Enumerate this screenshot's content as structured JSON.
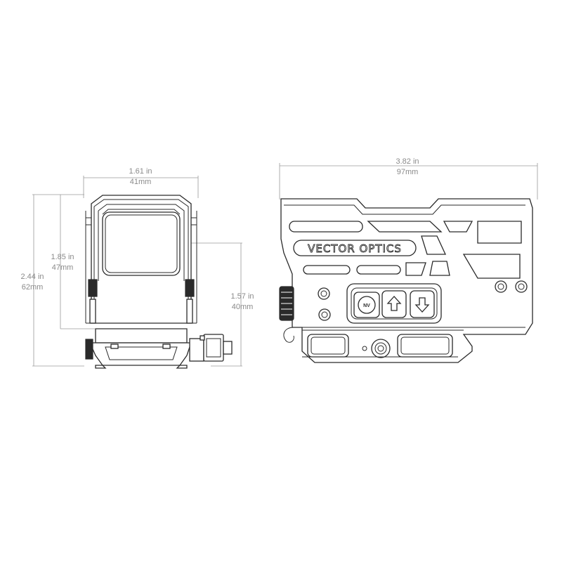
{
  "brand": "VECTOR OPTICS",
  "button_label_nv": "NV",
  "dimensions": {
    "front_width_in": "1.61 in",
    "front_width_mm": "41mm",
    "front_height_in": "1.85 in",
    "front_height_mm": "47mm",
    "front_total_height_in": "2.44 in",
    "front_total_height_mm": "62mm",
    "optical_axis_height_in": "1.57 in",
    "optical_axis_height_mm": "40mm",
    "side_length_in": "3.82 in",
    "side_length_mm": "97mm"
  },
  "colors": {
    "line": "#2a2a2a",
    "dimension": "#8a8a8a",
    "background": "#ffffff"
  }
}
